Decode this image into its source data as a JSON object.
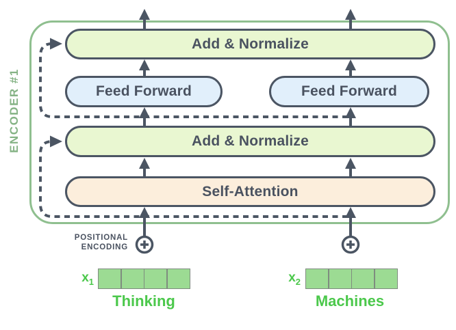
{
  "labels": {
    "encoder": "ENCODER #1",
    "add_norm_top": "Add & Normalize",
    "ff_left": "Feed Forward",
    "ff_right": "Feed Forward",
    "add_norm_mid": "Add & Normalize",
    "self_attention": "Self-Attention",
    "pos_enc_line1": "POSITIONAL",
    "pos_enc_line2": "ENCODING"
  },
  "tokens": [
    {
      "symbol": "x",
      "subscript": "1",
      "word": "Thinking",
      "cells": 4
    },
    {
      "symbol": "x",
      "subscript": "2",
      "word": "Machines",
      "cells": 4
    }
  ],
  "colors": {
    "container_green": "#8FBF8F",
    "encoder_label_green": "#85B385",
    "slate_dark": "#4B5563",
    "add_normalize_fill": "#E9F7D1",
    "feed_forward_fill": "#E1EFFB",
    "self_attention_fill": "#FCEEDC",
    "vector_cell_fill": "#9CDB93",
    "vector_cell_border": "#7F8C7F",
    "token_text_green": "#4BC84B"
  }
}
